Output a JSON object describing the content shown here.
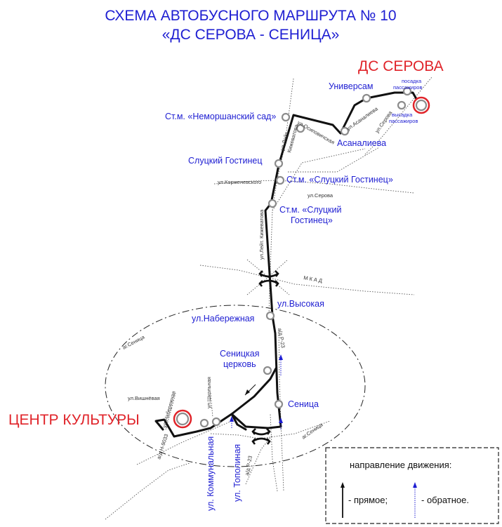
{
  "title": {
    "line1": "СХЕМА АВТОБУСНОГО МАРШРУТА № 10",
    "line2": "«ДС СЕРОВА - СЕНИЦА»"
  },
  "terminals": {
    "start": "ДС СЕРОВА",
    "end": "ЦЕНТР КУЛЬТУРЫ"
  },
  "colors": {
    "title": "#1e1ed2",
    "terminal": "#e0242a",
    "route": "#111111",
    "reverse_arrow": "#1e1ed2"
  },
  "stops": {
    "universam": "Универсам",
    "metro_nemorshansky_sad": "Ст.м. «Неморшанский сад»",
    "asanalieva": "Асаналиева",
    "slutsky_gostinets": "Слуцкий Гостинец",
    "metro_slutsky_gostinets_1": "Ст.м. «Слуцкий Гостинец»",
    "metro_slutsky_gostinets_2a": "Ст.м. «Слуцкий",
    "metro_slutsky_gostinets_2b": "Гостинец»",
    "vysokaya": "ул.Высокая",
    "naberezhnaya": "ул.Набережная",
    "senitskaya_tserkov_a": "Сеницкая",
    "senitskaya_tserkov_b": "церковь",
    "senitsa": "Сеница",
    "kommunalnaya": "ул. Коммунальная",
    "topolinaya": "ул. Тополиная"
  },
  "boarding": {
    "board_a": "посадка",
    "board_b": "пассажиров",
    "alight_a": "высадка",
    "alight_b": "пассажиров"
  },
  "streets": {
    "asanalieva": "ул.Асаналиева",
    "seravo": "ул.Серова",
    "osipovichskaya": "ул.Осиповичская",
    "leit_kizhevatova_top_a": "ул.Лейт.",
    "leit_kizhevatova_top_b": "Кижеватова",
    "korzhenevskogo": "ул.Корженевского",
    "serova_bottom": "ул.Серова",
    "leit_kizhevatova_mid": "ул.Лейт. Кижеватова",
    "mkad": "М К А Д",
    "ag_senitsa_left": "аг.Сеница",
    "ag_senitsa_right": "аг.Сеница",
    "ad_r23_top": "а/д Р-23",
    "ad_r23_bottom": "а/д Р-23",
    "vishnevaya": "ул.Вишнёвая",
    "naberezhnaya": "ул.Набережная",
    "shkolnaya": "ул.Школьная",
    "ad_n9033": "а/д Н-9033"
  },
  "legend": {
    "heading": "направление движения:",
    "direct": "- прямое;",
    "reverse": "- обратное."
  }
}
